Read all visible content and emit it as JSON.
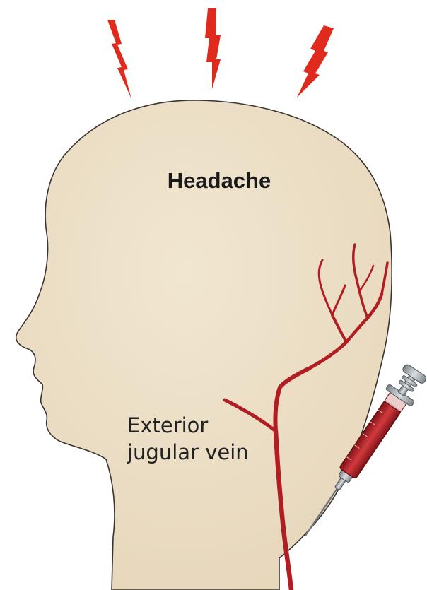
{
  "labels": {
    "headache": "Headache",
    "vein_line1": "Exterior",
    "vein_line2": "jugular vein"
  },
  "colors": {
    "skin": "#ecdfc6",
    "skin_outline": "#3a3430",
    "vein": "#b01e23",
    "lightning": "#e02a1c",
    "syringe_fluid": "#c0282e",
    "syringe_metal": "#a7aeb3"
  },
  "icons": [
    "lightning-bolt-icon",
    "syringe-icon"
  ]
}
